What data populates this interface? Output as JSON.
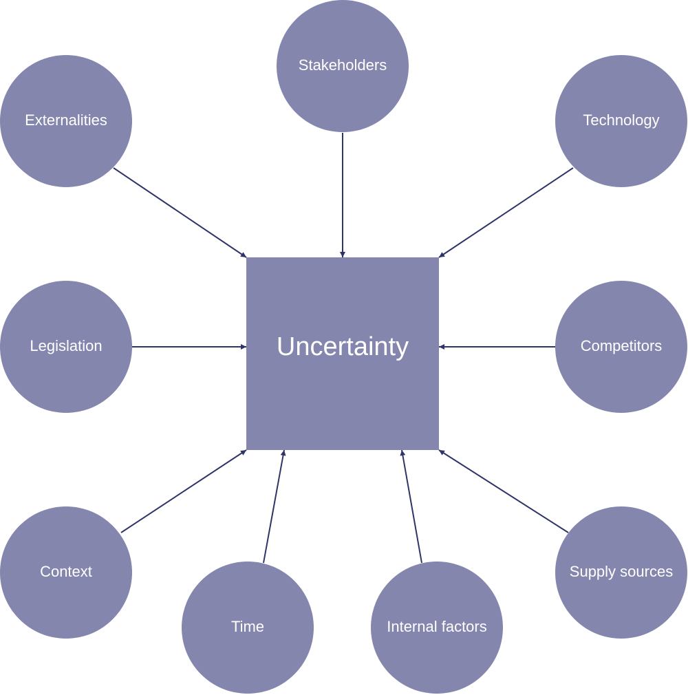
{
  "diagram": {
    "center": {
      "label": "Uncertainty"
    },
    "factors": [
      {
        "label": "Stakeholders"
      },
      {
        "label": "Externalities"
      },
      {
        "label": "Technology"
      },
      {
        "label": "Legislation"
      },
      {
        "label": "Competitors"
      },
      {
        "label": "Context"
      },
      {
        "label": "Time"
      },
      {
        "label": "Internal factors"
      },
      {
        "label": "Supply sources"
      }
    ]
  },
  "colors": {
    "node_fill": "#8486ad",
    "arrow": "#2e3368",
    "text": "#ffffff"
  }
}
